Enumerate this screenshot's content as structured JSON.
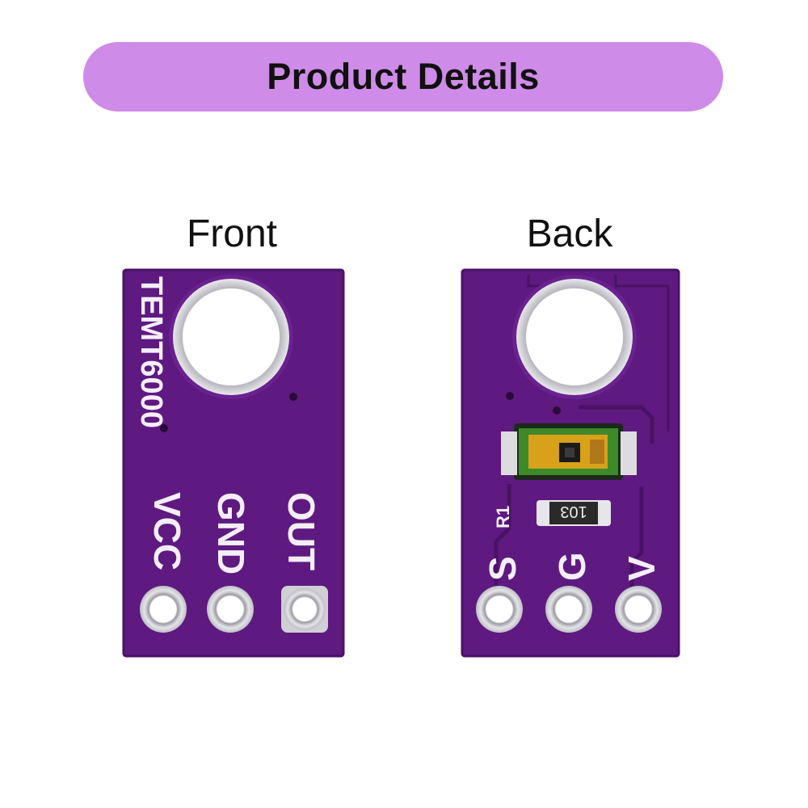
{
  "banner": {
    "title": "Product Details",
    "color": "#cf8be8"
  },
  "views": {
    "front": {
      "label": "Front",
      "model": "TEMT6000",
      "pins": [
        "VCC",
        "GND",
        "OUT"
      ]
    },
    "back": {
      "label": "Back",
      "resistor_ref": "R1",
      "resistor_code": "103",
      "pins": [
        "S",
        "G",
        "V"
      ]
    }
  },
  "colors": {
    "pcb": "#5e1a80",
    "pcb_edge": "#4a1266",
    "silkscreen": "#f4eef8",
    "pad": "#d9d9dd"
  }
}
